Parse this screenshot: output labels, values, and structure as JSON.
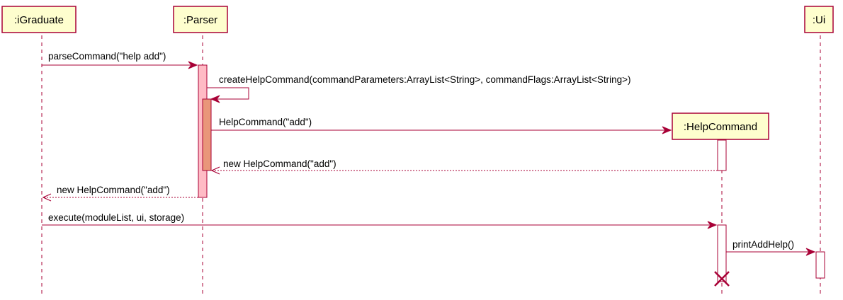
{
  "participants": [
    {
      "id": "igraduate",
      "label": ":iGraduate"
    },
    {
      "id": "parser",
      "label": ":Parser"
    },
    {
      "id": "helpcommand",
      "label": ":HelpCommand"
    },
    {
      "id": "ui",
      "label": ":Ui"
    }
  ],
  "messages": [
    {
      "id": "m1",
      "from": "igraduate",
      "to": "parser",
      "label": "parseCommand(\"help add\")",
      "kind": "call"
    },
    {
      "id": "m2",
      "from": "parser",
      "to": "parser",
      "label": "createHelpCommand(commandParameters:ArrayList<String>, commandFlags:ArrayList<String>)",
      "kind": "self-call"
    },
    {
      "id": "m3",
      "from": "parser",
      "to": "helpcommand",
      "label": "HelpCommand(\"add\")",
      "kind": "create"
    },
    {
      "id": "m4",
      "from": "helpcommand",
      "to": "parser",
      "label": "new HelpCommand(\"add\")",
      "kind": "return"
    },
    {
      "id": "m5",
      "from": "parser",
      "to": "igraduate",
      "label": "new HelpCommand(\"add\")",
      "kind": "return"
    },
    {
      "id": "m6",
      "from": "igraduate",
      "to": "helpcommand",
      "label": "execute(moduleList, ui, storage)",
      "kind": "call"
    },
    {
      "id": "m7",
      "from": "helpcommand",
      "to": "ui",
      "label": "printAddHelp()",
      "kind": "call"
    }
  ],
  "colors": {
    "line": "#A80036",
    "participant_fill": "#FEFECE",
    "activation_parser": "#FFBBC5",
    "activation_nested": "#E9967A",
    "activation_default": "#FFFFFF"
  }
}
